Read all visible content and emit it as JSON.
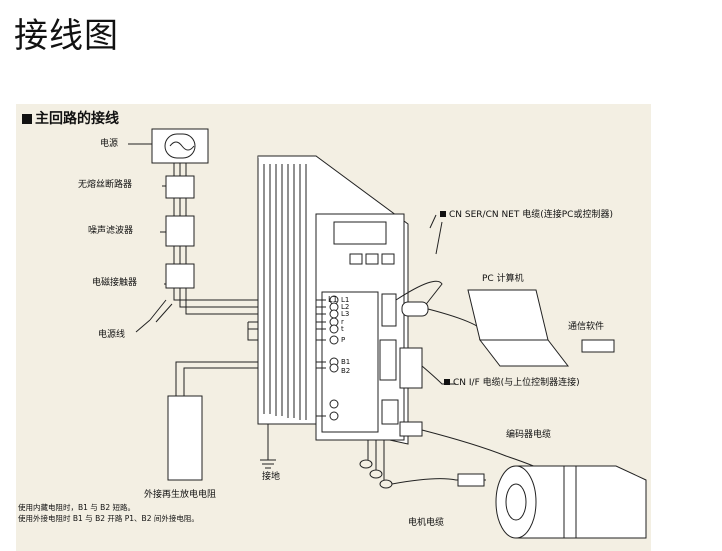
{
  "page_title": "接线图",
  "section_title": "主回路的接线",
  "labels": {
    "power_supply": "电源",
    "no_fuse_breaker": "无熔丝断路器",
    "noise_filter": "噪声滤波器",
    "magnetic_contactor": "电磁接触器",
    "power_line": "电源线",
    "cn_ser_net": "CN SER/CN NET 电缆(连接PC或控制器)",
    "pc": "PC 计算机",
    "comm_software": "通信软件",
    "cn_if": "CN I/F 电缆(与上位控制器连接)",
    "encoder_cable": "编码器电缆",
    "ground": "接地",
    "ext_resistor": "外接再生放电电阻",
    "motor_cable": "电机电缆"
  },
  "terminals": [
    "L1",
    "L2",
    "L3",
    "r",
    "t",
    "P",
    "B1",
    "B2"
  ],
  "note": {
    "line1": "使用内藏电阻时，B1 与 B2 短路。",
    "line2": "使用外接电阻时 B1 与 B2 开路 P1、B2 间外接电阻。"
  }
}
